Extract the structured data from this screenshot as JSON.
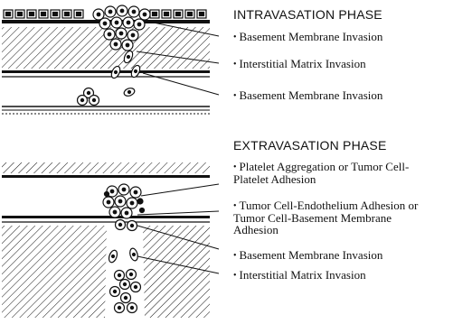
{
  "intravasation": {
    "title": "INTRAVASATION PHASE",
    "labels": [
      "Basement Membrane Invasion",
      "Interstitial Matrix Invasion",
      "Basement Membrane Invasion"
    ]
  },
  "extravasation": {
    "title": "EXTRAVASATION PHASE",
    "labels": [
      "Platelet Aggregation or Tumor Cell-\nPlatelet Adhesion",
      "Tumor Cell-Endothelium Adhesion or\nTumor Cell-Basement Membrane\nAdhesion",
      "Basement Membrane Invasion",
      "Interstitial Matrix Invasion"
    ]
  },
  "bullet_glyph": "•"
}
